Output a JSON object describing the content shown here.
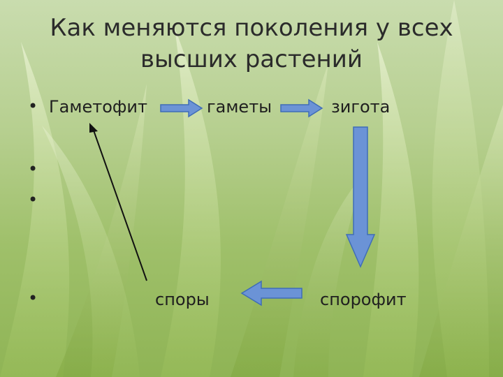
{
  "title": {
    "line1": "Как меняются поколения у всех",
    "line2": "высших растений"
  },
  "bullets": [
    "•",
    "•",
    "•",
    "•"
  ],
  "nodes": {
    "gametophyte": "Гаметофит",
    "gametes": "гаметы",
    "zygote": "зигота",
    "spores": "споры",
    "sporophyte": "спорофит"
  },
  "colors": {
    "arrow_fill": "#6b93d6",
    "arrow_stroke": "#3f6db7",
    "line": "#111111"
  }
}
